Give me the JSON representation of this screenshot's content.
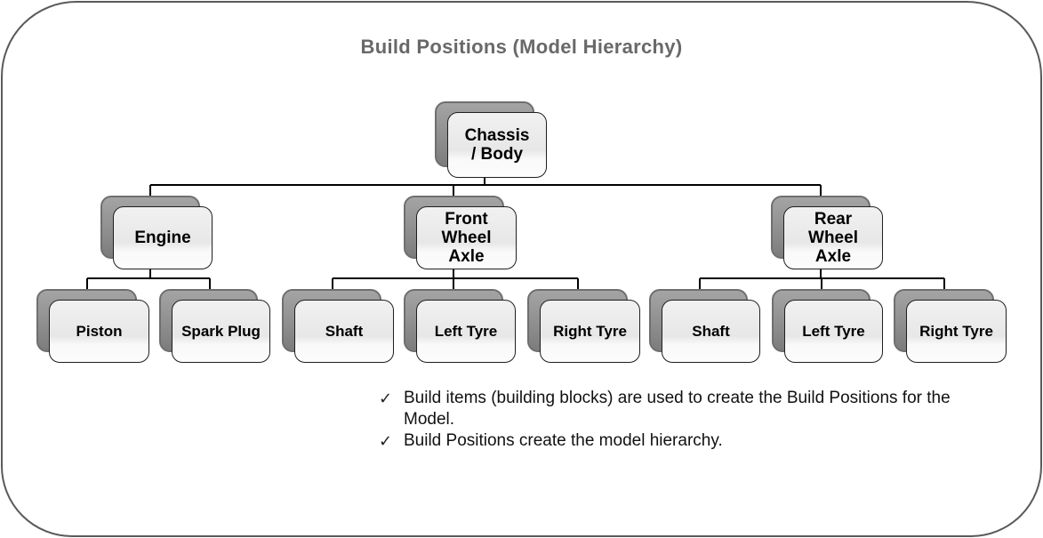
{
  "title": "Build Positions (Model Hierarchy)",
  "nodes": [
    {
      "id": "chassis-body",
      "label": "Chassis\n/ Body",
      "level": 1,
      "parent": null
    },
    {
      "id": "engine",
      "label": "Engine",
      "level": 2,
      "parent": "chassis-body"
    },
    {
      "id": "front-wheel-axle",
      "label": "Front\nWheel\nAxle",
      "level": 2,
      "parent": "chassis-body"
    },
    {
      "id": "rear-wheel-axle",
      "label": "Rear\nWheel\nAxle",
      "level": 2,
      "parent": "chassis-body"
    },
    {
      "id": "piston",
      "label": "Piston",
      "level": 3,
      "parent": "engine"
    },
    {
      "id": "spark-plug",
      "label": "Spark Plug",
      "level": 3,
      "parent": "engine"
    },
    {
      "id": "front-shaft",
      "label": "Shaft",
      "level": 3,
      "parent": "front-wheel-axle"
    },
    {
      "id": "front-left-tyre",
      "label": "Left Tyre",
      "level": 3,
      "parent": "front-wheel-axle"
    },
    {
      "id": "front-right-tyre",
      "label": "Right Tyre",
      "level": 3,
      "parent": "front-wheel-axle"
    },
    {
      "id": "rear-shaft",
      "label": "Shaft",
      "level": 3,
      "parent": "rear-wheel-axle"
    },
    {
      "id": "rear-left-tyre",
      "label": "Left Tyre",
      "level": 3,
      "parent": "rear-wheel-axle"
    },
    {
      "id": "rear-right-tyre",
      "label": "Right Tyre",
      "level": 3,
      "parent": "rear-wheel-axle"
    }
  ],
  "notes": {
    "bullet_glyph": "✓",
    "items": [
      "Build items (building blocks) are used to create the Build Positions for the Model.",
      "Build Positions create the model hierarchy."
    ]
  },
  "colors": {
    "frame_border": "#5a5a5a",
    "title_text": "#696969",
    "node_shadow": "#8f8f8f",
    "node_face": "#efefef",
    "node_border": "#1f1f1f",
    "connector": "#000000",
    "note_text": "#111111"
  }
}
